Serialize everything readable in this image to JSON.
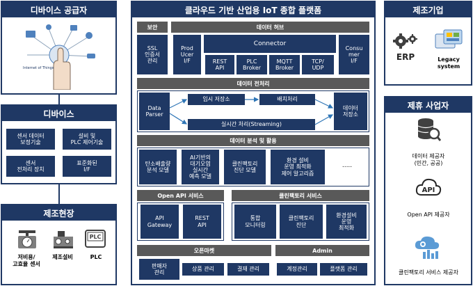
{
  "left": {
    "supplier_title": "디바이스 공급자",
    "iot_caption": "Internet of Things",
    "devices_title": "디바이스",
    "devices_items": [
      "센서 데이터\n보정기술",
      "설비 및\nPLC 제어기술",
      "센서\n전처리 장치",
      "표준화된\nI/F"
    ],
    "site_title": "제조현장",
    "site_items": [
      "저비용/\n고효율 센서",
      "제조설비",
      "PLC"
    ],
    "plc_icon_text": "PLC"
  },
  "center": {
    "title": "클라우드 기반 산업용 IoT 종합 플랫폼",
    "security": {
      "title": "보안",
      "item": "SSL\n인증서\n관리"
    },
    "hub": {
      "title": "데이터 허브",
      "producer": "Prod\nUcer\nI/F",
      "connector": "Connector",
      "connector_items": [
        "REST\nAPI",
        "PLC\nBroker",
        "MQTT\nBroker",
        "TCP/\nUDP"
      ],
      "consumer": "Consu\nmer\nI/F"
    },
    "preprocess": {
      "title": "데이터 전처리",
      "parser": "Data\nParser",
      "temp_store": "임시 저장소",
      "batch": "배치처리",
      "realtime": "실시간 처리(Streaming)",
      "data_store": "데이터\n저장소"
    },
    "analysis": {
      "title": "데이터 분석 및 활용",
      "items": [
        "탄소배출량\n분석 모델",
        "AI기반의\n대기오염\n실시간\n예측 모델",
        "클린팩토리\n진단 모델",
        "환경 설비\n운영 최적화\n제어 알고리즘"
      ],
      "more": "....."
    },
    "openapi": {
      "title": "Open API 서비스",
      "items": [
        "API\nGateway",
        "REST\nAPI"
      ]
    },
    "cleanfactory": {
      "title": "클린팩토리 서비스",
      "items": [
        "통합\n모니터링",
        "클린팩토리\n진단",
        "환경설비\n운영\n최적화"
      ]
    },
    "market": {
      "title": "오픈마켓",
      "items": [
        "판매자\n관리",
        "상품 관리",
        "결재 관리"
      ]
    },
    "admin": {
      "title": "Admin",
      "items": [
        "계정관리",
        "플랫폼 관리"
      ]
    }
  },
  "right": {
    "mfg_title": "제조기업",
    "erp": "ERP",
    "legacy": "Legacy\nsystem",
    "partner_title": "제휴 사업자",
    "partners": [
      "데이터 제공자\n(민간, 공공)",
      "Open API 제공자",
      "클린팩토리 서비스 제공자"
    ],
    "api_icon_text": "API"
  },
  "colors": {
    "navy": "#1f3864",
    "gray": "#595959",
    "arrow": "#2e75b6"
  }
}
